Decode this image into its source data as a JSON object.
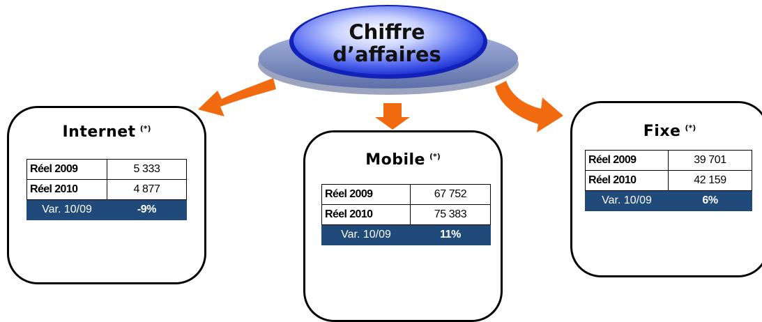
{
  "hub": {
    "line1": "Chiffre",
    "line2": "d’affaires"
  },
  "boxes": {
    "internet": {
      "title": "Internet",
      "note": "(*)",
      "rows": [
        {
          "label": "Réel 2009",
          "value": "5 333"
        },
        {
          "label": "Réel 2010",
          "value": "4 877"
        }
      ],
      "variation": {
        "label": "Var. 10/09",
        "value": "-9%"
      }
    },
    "mobile": {
      "title": "Mobile",
      "note": "(*)",
      "rows": [
        {
          "label": "Réel 2009",
          "value": "67 752"
        },
        {
          "label": "Réel 2010",
          "value": "75 383"
        }
      ],
      "variation": {
        "label": "Var. 10/09",
        "value": "11%"
      }
    },
    "fixe": {
      "title": "Fixe",
      "note": "(*)",
      "rows": [
        {
          "label": "Réel 2009",
          "value": "39 701"
        },
        {
          "label": "Réel 2010",
          "value": "42 159"
        }
      ],
      "variation": {
        "label": "Var. 10/09",
        "value": "6%"
      }
    }
  },
  "colors": {
    "arrow": "#f26a0f",
    "variation_row": "#1f4a7a",
    "hub_blue": "#1a2fd6",
    "hub_ring": "#7b8fc4"
  }
}
